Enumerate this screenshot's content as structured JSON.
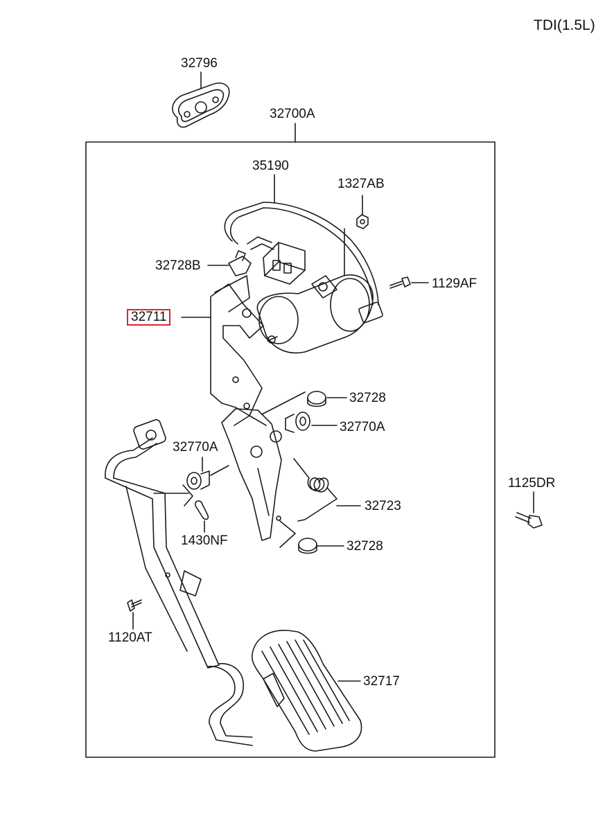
{
  "engine_label": "TDI(1.5L)",
  "highlight_color": "#e0242b",
  "assembly": {
    "label": "32700A"
  },
  "parts": [
    {
      "id": "p32796",
      "label": "32796",
      "icon": "gasket-icon"
    },
    {
      "id": "p35190",
      "label": "35190",
      "icon": "harness-icon"
    },
    {
      "id": "p1327AB",
      "label": "1327AB",
      "icon": "nut-icon"
    },
    {
      "id": "p32728B",
      "label": "32728B",
      "icon": "clip-icon"
    },
    {
      "id": "p1129AF",
      "label": "1129AF",
      "icon": "bolt-icon"
    },
    {
      "id": "p32711",
      "label": "32711",
      "icon": "bracket-icon",
      "highlighted": true
    },
    {
      "id": "p32728a",
      "label": "32728",
      "icon": "stopper-icon"
    },
    {
      "id": "p32770Aa",
      "label": "32770A",
      "icon": "bushing-icon"
    },
    {
      "id": "p32770Ab",
      "label": "32770A",
      "icon": "bushing-icon"
    },
    {
      "id": "p1125DR",
      "label": "1125DR",
      "icon": "bolt-icon"
    },
    {
      "id": "p32723",
      "label": "32723",
      "icon": "spring-icon"
    },
    {
      "id": "p1430NF",
      "label": "1430NF",
      "icon": "pin-icon"
    },
    {
      "id": "p32728b",
      "label": "32728",
      "icon": "stopper-icon"
    },
    {
      "id": "p1120AT",
      "label": "1120AT",
      "icon": "bolt-icon"
    },
    {
      "id": "p32717",
      "label": "32717",
      "icon": "pedal-pad-icon"
    }
  ]
}
